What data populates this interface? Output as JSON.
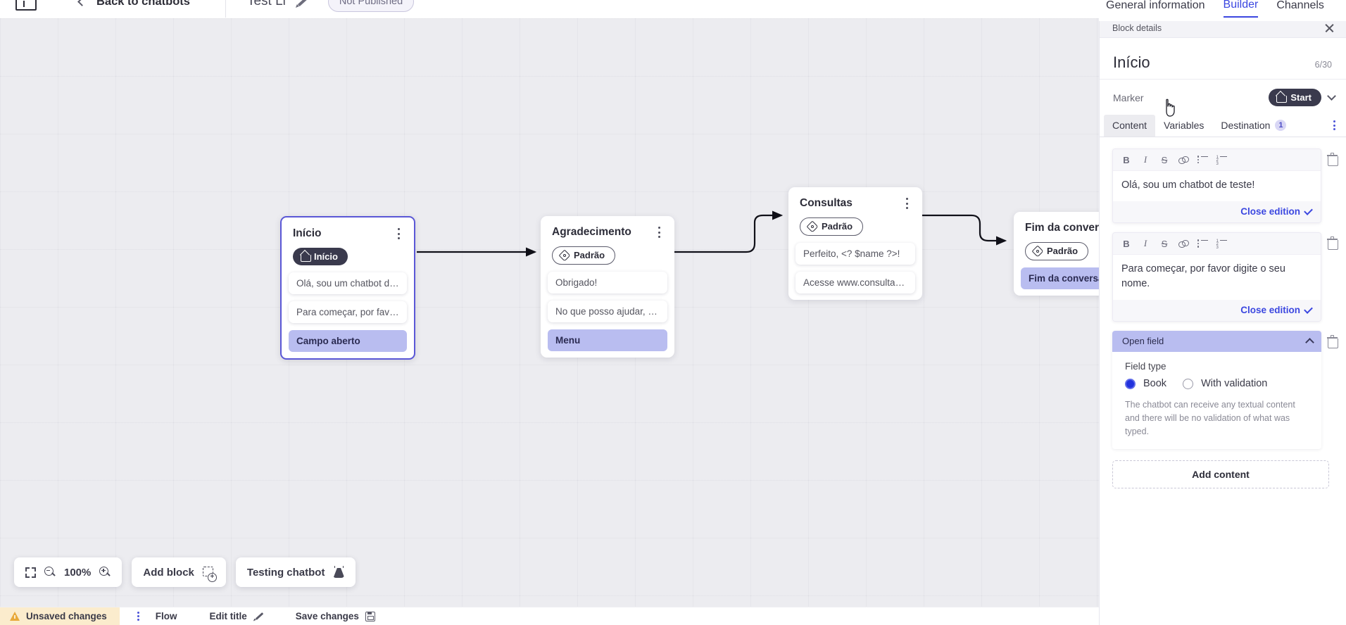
{
  "topbar": {
    "logo_icon": "vtex-logo-icon",
    "back_label": "Back to chatbots",
    "bot_title": "Test Li",
    "edit_icon": "pencil-icon",
    "status_pill": "Not Published"
  },
  "panel_tabs": [
    {
      "label": "General information",
      "active": false
    },
    {
      "label": "Builder",
      "active": true
    },
    {
      "label": "Channels",
      "active": false
    }
  ],
  "canvas": {
    "nodes": [
      {
        "id": "inicio",
        "title": "Início",
        "marker_label": "Início",
        "marker_icon": "home-icon",
        "marker_style": "dark",
        "selected": true,
        "rows": [
          {
            "text": "Olá, sou um chatbot de teste!",
            "accent": false
          },
          {
            "text": "Para começar, por favor digite o ...",
            "accent": false
          },
          {
            "text": "Campo aberto",
            "accent": true
          }
        ]
      },
      {
        "id": "agradecimento",
        "title": "Agradecimento",
        "marker_label": "Padrão",
        "marker_icon": "tag-icon",
        "marker_style": "outline",
        "selected": false,
        "rows": [
          {
            "text": "Obrigado!",
            "accent": false
          },
          {
            "text": "No que posso ajudar, <? $name ...",
            "accent": false
          },
          {
            "text": "Menu",
            "accent": true
          }
        ]
      },
      {
        "id": "consultas",
        "title": "Consultas",
        "marker_label": "Padrão",
        "marker_icon": "tag-icon",
        "marker_style": "outline",
        "selected": false,
        "rows": [
          {
            "text": "Perfeito, <? $name ?>!",
            "accent": false
          },
          {
            "text": "Acesse www.consultas.com par...",
            "accent": false
          }
        ]
      },
      {
        "id": "fim",
        "title": "Fim da conversa",
        "marker_label": "Padrão",
        "marker_icon": "tag-icon",
        "marker_style": "outline",
        "selected": false,
        "rows": [
          {
            "text": "Fim da conversa",
            "accent": true
          }
        ]
      }
    ],
    "toolbar": {
      "fit_icon": "fit-screen-icon",
      "zoom_out_icon": "zoom-out-icon",
      "zoom_level": "100%",
      "zoom_in_icon": "zoom-in-icon",
      "add_block_label": "Add block",
      "add_block_icon": "add-block-icon",
      "testing_label": "Testing chatbot",
      "testing_icon": "flask-icon"
    }
  },
  "statusbar": {
    "warning_icon": "warning-icon",
    "unsaved_label": "Unsaved changes",
    "kebab_icon": "kebab-icon",
    "flow_label": "Flow",
    "edit_title_label": "Edit title",
    "edit_title_icon": "pencil-icon",
    "save_label": "Save changes",
    "save_icon": "save-icon"
  },
  "right_panel": {
    "header_title": "Block details",
    "close_icon": "close-icon",
    "block_title": "Início",
    "char_count": "6/30",
    "marker_label": "Marker",
    "marker_value": "Start",
    "marker_icon": "home-icon",
    "marker_chevron_icon": "chevron-down-icon",
    "tabs": [
      {
        "label": "Content",
        "active": true,
        "badge": ""
      },
      {
        "label": "Variables",
        "active": false,
        "badge": ""
      },
      {
        "label": "Destination",
        "active": false,
        "badge": "1"
      }
    ],
    "overflow_icon": "kebab-icon",
    "editor_toolbar": {
      "bold": "B",
      "italic": "I",
      "strike": "S",
      "link_icon": "link-icon",
      "bullet_list_icon": "bullet-list-icon",
      "numbered_list_icon": "numbered-list-icon"
    },
    "editors": [
      {
        "text": "Olá, sou um chatbot de teste!",
        "close_label": "Close edition",
        "check_icon": "check-icon",
        "delete_icon": "trash-icon"
      },
      {
        "text": "Para começar, por favor digite o seu nome.",
        "close_label": "Close edition",
        "check_icon": "check-icon",
        "delete_icon": "trash-icon"
      }
    ],
    "open_field": {
      "title": "Open field",
      "collapse_icon": "chevron-up-icon",
      "delete_icon": "trash-icon",
      "field_type_label": "Field type",
      "options": [
        {
          "label": "Book",
          "selected": true
        },
        {
          "label": "With validation",
          "selected": false
        }
      ],
      "description": "The chatbot can receive any textual content and there will be no validation of what was typed."
    },
    "add_content_label": "Add content"
  },
  "colors": {
    "accent": "#3b47e0",
    "node_accent_bg": "#b9bdf0",
    "warning_bg": "#fbeccd",
    "dark_badge": "#3a3a4d"
  }
}
